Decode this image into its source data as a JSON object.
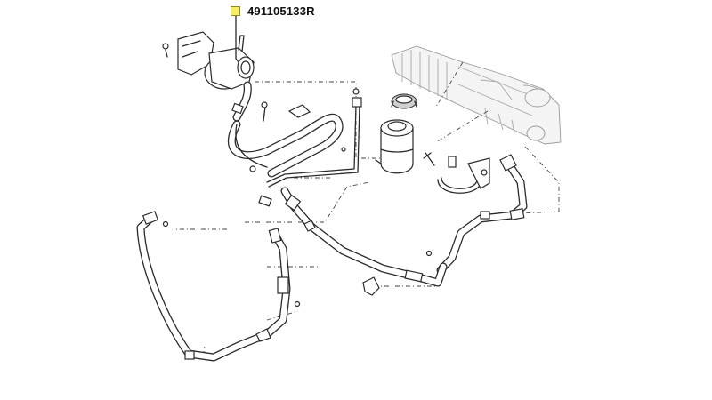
{
  "callout": {
    "part_number": "491105133R",
    "marker_color": "#f5ee6a"
  },
  "components": [
    {
      "name": "power-steering-pump",
      "icon": "pump-icon"
    },
    {
      "name": "fluid-reservoir",
      "icon": "reservoir-icon"
    },
    {
      "name": "reservoir-cap",
      "icon": "cap-icon"
    },
    {
      "name": "steering-rack",
      "icon": "rack-icon"
    },
    {
      "name": "reservoir-bracket",
      "icon": "bracket-icon"
    },
    {
      "name": "pressure-hose",
      "icon": "hose-icon"
    },
    {
      "name": "return-hose",
      "icon": "hose-icon"
    },
    {
      "name": "feed-hose",
      "icon": "hose-icon"
    }
  ]
}
